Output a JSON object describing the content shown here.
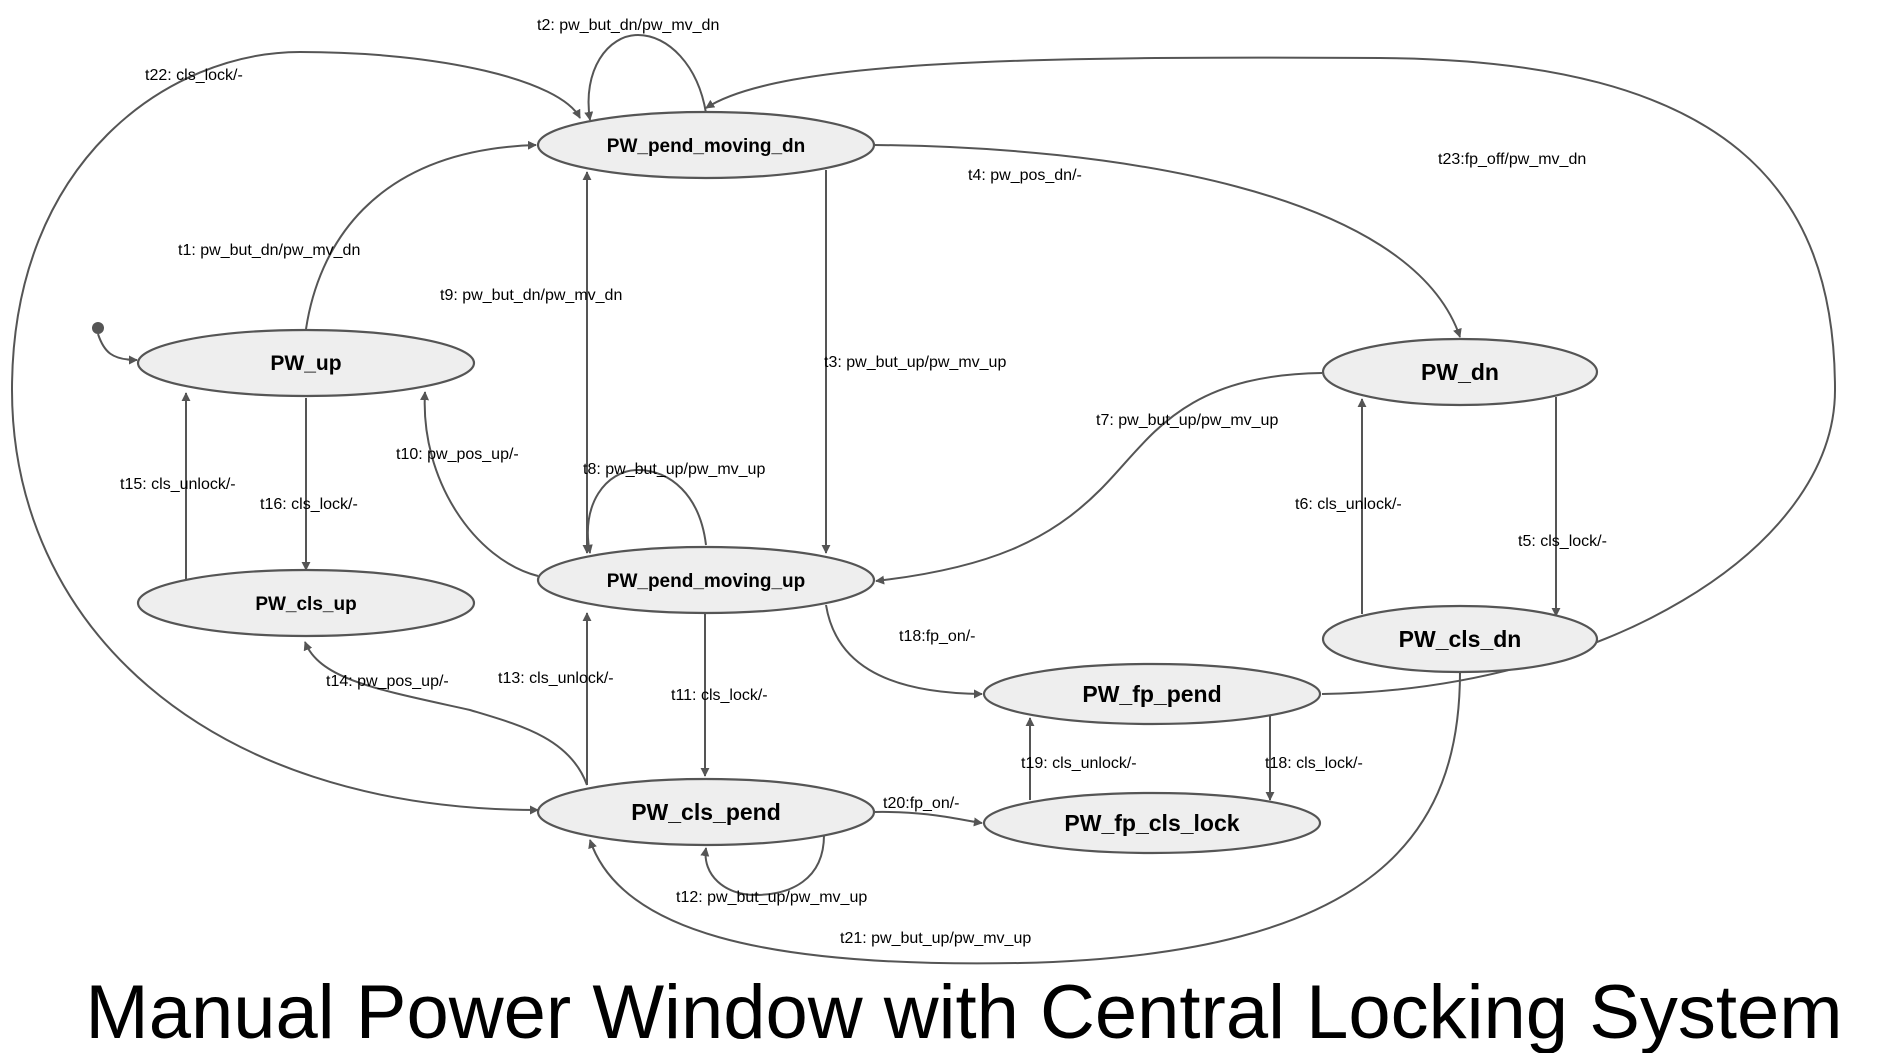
{
  "title": "Manual Power Window with Central Locking System",
  "colors": {
    "node_fill": "#eeeeee",
    "stroke": "#555555",
    "text": "#000000",
    "background": "#ffffff"
  },
  "states": {
    "pw_up": "PW_up",
    "pw_cls_up": "PW_cls_up",
    "pw_pend_moving_dn": "PW_pend_moving_dn",
    "pw_pend_moving_up": "PW_pend_moving_up",
    "pw_cls_pend": "PW_cls_pend",
    "pw_dn": "PW_dn",
    "pw_cls_dn": "PW_cls_dn",
    "pw_fp_pend": "PW_fp_pend",
    "pw_fp_cls_lock": "PW_fp_cls_lock"
  },
  "transitions": {
    "t1": "t1: pw_but_dn/pw_mv_dn",
    "t2": "t2: pw_but_dn/pw_mv_dn",
    "t3": "t3: pw_but_up/pw_mv_up",
    "t4": "t4: pw_pos_dn/-",
    "t5": "t5: cls_lock/-",
    "t6": "t6: cls_unlock/-",
    "t7": "t7: pw_but_up/pw_mv_up",
    "t8": "t8: pw_but_up/pw_mv_up",
    "t9": "t9: pw_but_dn/pw_mv_dn",
    "t10": "t10: pw_pos_up/-",
    "t11": "t11: cls_lock/-",
    "t12": "t12: pw_but_up/pw_mv_up",
    "t13": "t13: cls_unlock/-",
    "t14": "t14: pw_pos_up/-",
    "t15": "t15: cls_unlock/-",
    "t16": "t16: cls_lock/-",
    "t18a": "t18:fp_on/-",
    "t18b": "t18: cls_lock/-",
    "t19": "t19: cls_unlock/-",
    "t20": "t20:fp_on/-",
    "t21": "t21: pw_but_up/pw_mv_up",
    "t22": "t22: cls_lock/-",
    "t23": "t23:fp_off/pw_mv_dn"
  }
}
